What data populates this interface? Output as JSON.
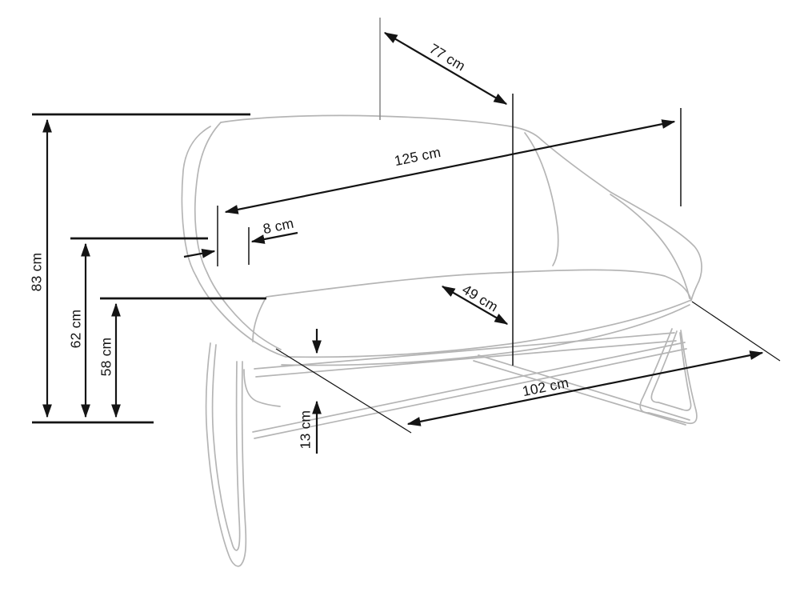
{
  "page": {
    "background_color": "#ffffff",
    "drawing_outline_color": "#b5b5b5",
    "dimension_line_color": "#141414",
    "subject": "two-seat sofa technical line drawing with dimensions"
  },
  "dimensions": {
    "depth_top": "77 cm",
    "overall_width": "125 cm",
    "back_thickness": "8 cm",
    "seat_depth": "49 cm",
    "base_width": "102 cm",
    "overall_height": "83 cm",
    "arm_height": "62 cm",
    "seat_height": "58 cm",
    "base_clearance": "13 cm"
  }
}
